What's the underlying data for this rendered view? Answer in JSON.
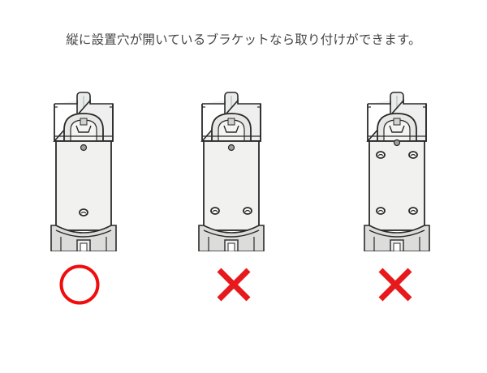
{
  "caption": "縦に設置穴が開いているブラケットなら取り付けができます。",
  "colors": {
    "mark_red": "#e8191c",
    "outline": "#2a2a2a",
    "plate_fill": "#f1f1ef",
    "text": "#444444"
  },
  "panels": [
    {
      "id": "vertical-holes",
      "holes": "2 holes in a single vertical column",
      "verdict": "ok",
      "verdict_icon": "circle-ok-icon"
    },
    {
      "id": "horizontal-holes",
      "holes": "1 top hole + 2 holes side by side at bottom",
      "verdict": "ng",
      "verdict_icon": "cross-ng-icon"
    },
    {
      "id": "four-corner-holes",
      "holes": "4 holes in corners (2 top, 2 bottom)",
      "verdict": "ng",
      "verdict_icon": "cross-ng-icon"
    }
  ]
}
